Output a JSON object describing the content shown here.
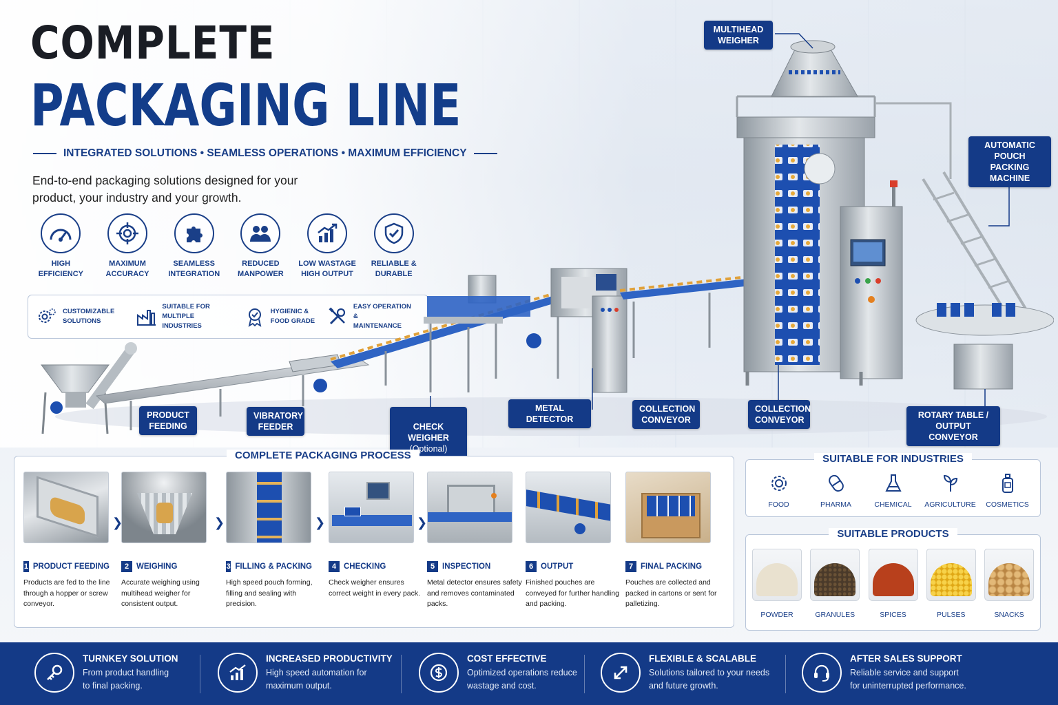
{
  "header": {
    "title_line1": "COMPLETE",
    "title_line2": "PACKAGING LINE",
    "tagline": "INTEGRATED SOLUTIONS • SEAMLESS OPERATIONS • MAXIMUM EFFICIENCY",
    "intro": "End-to-end packaging solutions designed for your product, your industry and your growth."
  },
  "features": [
    {
      "icon": "speedometer-icon",
      "label": "HIGH\nEFFICIENCY"
    },
    {
      "icon": "target-icon",
      "label": "MAXIMUM\nACCURACY"
    },
    {
      "icon": "puzzle-icon",
      "label": "SEAMLESS\nINTEGRATION"
    },
    {
      "icon": "people-icon",
      "label": "REDUCED\nMANPOWER"
    },
    {
      "icon": "growth-chart-icon",
      "label": "LOW WASTAGE\nHIGH OUTPUT"
    },
    {
      "icon": "shield-check-icon",
      "label": "RELIABLE &\nDURABLE"
    }
  ],
  "sub_features": [
    {
      "icon": "gears-icon",
      "label": "CUSTOMIZABLE\nSOLUTIONS"
    },
    {
      "icon": "factory-icon",
      "label": "SUITABLE FOR MULTIPLE\nINDUSTRIES"
    },
    {
      "icon": "hygiene-badge-icon",
      "label": "HYGIENIC &\nFOOD GRADE"
    },
    {
      "icon": "tools-icon",
      "label": "EASY OPERATION &\nMAINTENANCE"
    }
  ],
  "callouts": {
    "multihead": "MULTIHEAD\nWEIGHER",
    "pouch": "AUTOMATIC\nPOUCH PACKING\nMACHINE",
    "product_feeding": "PRODUCT\nFEEDING",
    "vibratory": "VIBRATORY\nFEEDER",
    "check_weigher": "CHECK WEIGHER",
    "check_weigher_note": "(Optional)",
    "metal_detector": "METAL DETECTOR",
    "collection1": "COLLECTION\nCONVEYOR",
    "collection2": "COLLECTION\nCONVEYOR",
    "rotary": "ROTARY TABLE /\nOUTPUT CONVEYOR"
  },
  "process": {
    "title": "COMPLETE PACKAGING PROCESS",
    "steps": [
      {
        "num": "1",
        "title": "PRODUCT FEEDING",
        "desc": "Products are fed to the line through a hopper or screw conveyor."
      },
      {
        "num": "2",
        "title": "WEIGHING",
        "desc": "Accurate weighing using multihead weigher for consistent output."
      },
      {
        "num": "3",
        "title": "FILLING & PACKING",
        "desc": "High speed pouch forming, filling and sealing with precision."
      },
      {
        "num": "4",
        "title": "CHECKING",
        "desc": "Check weigher ensures correct weight in every pack."
      },
      {
        "num": "5",
        "title": "INSPECTION",
        "desc": "Metal detector ensures safety and removes contaminated packs."
      },
      {
        "num": "6",
        "title": "OUTPUT",
        "desc": "Finished pouches are conveyed for further handling and packing."
      },
      {
        "num": "7",
        "title": "FINAL PACKING",
        "desc": "Pouches are collected and packed in cartons or sent for palletizing."
      }
    ]
  },
  "industries": {
    "title": "SUITABLE FOR INDUSTRIES",
    "items": [
      {
        "icon": "gear-icon",
        "label": "FOOD"
      },
      {
        "icon": "capsule-icon",
        "label": "PHARMA"
      },
      {
        "icon": "flask-icon",
        "label": "CHEMICAL"
      },
      {
        "icon": "plant-icon",
        "label": "AGRICULTURE"
      },
      {
        "icon": "bottle-icon",
        "label": "COSMETICS"
      }
    ]
  },
  "products": {
    "title": "SUITABLE PRODUCTS",
    "items": [
      {
        "label": "POWDER",
        "color": "#e9e1cf"
      },
      {
        "label": "GRANULES",
        "color": "#4a3a2a"
      },
      {
        "label": "SPICES",
        "color": "#b8401c"
      },
      {
        "label": "PULSES",
        "color": "#f0bf22"
      },
      {
        "label": "SNACKS",
        "color": "#d7a95a"
      }
    ]
  },
  "footer": [
    {
      "icon": "key-icon",
      "title": "TURNKEY SOLUTION",
      "desc": "From product handling\nto final packing."
    },
    {
      "icon": "productivity-chart-icon",
      "title": "INCREASED PRODUCTIVITY",
      "desc": "High speed automation for\nmaximum output."
    },
    {
      "icon": "dollar-icon",
      "title": "COST EFFECTIVE",
      "desc": "Optimized operations reduce\nwastage and cost."
    },
    {
      "icon": "expand-arrows-icon",
      "title": "FLEXIBLE & SCALABLE",
      "desc": "Solutions tailored to your needs\nand future growth."
    },
    {
      "icon": "headset-icon",
      "title": "AFTER SALES SUPPORT",
      "desc": "Reliable service and support\nfor uninterrupted performance."
    }
  ],
  "colors": {
    "brand_navy": "#143a87",
    "accent_blue": "#1a3f88",
    "steel": "#b9c0c9"
  }
}
